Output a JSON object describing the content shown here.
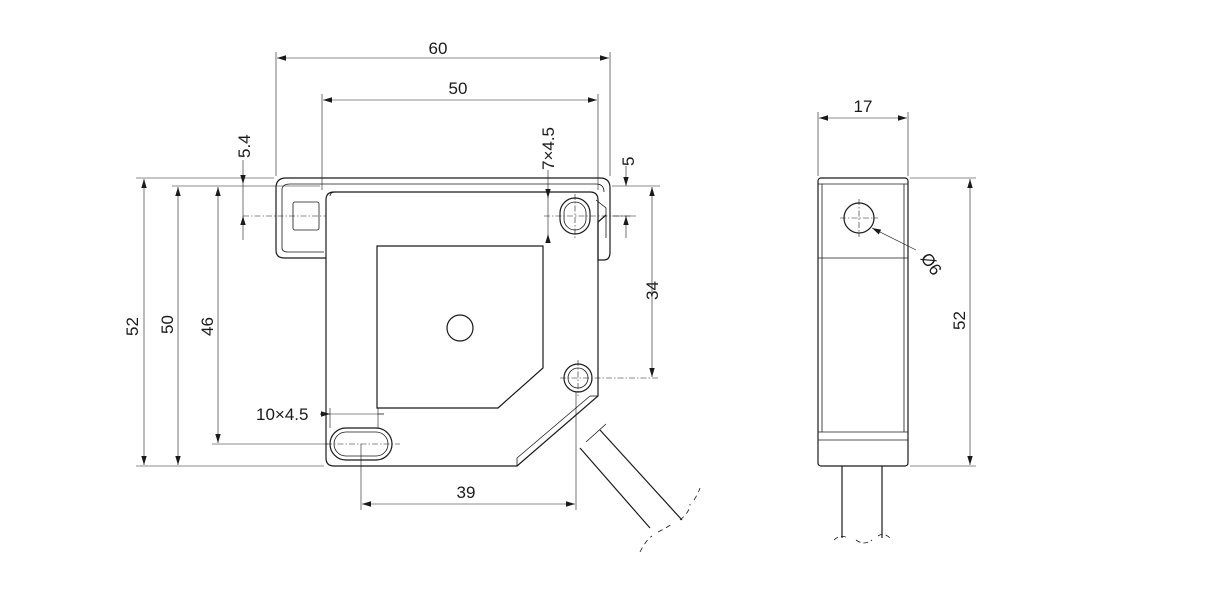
{
  "front_view": {
    "dims": {
      "overall_width": "60",
      "hole_span_width": "50",
      "top_offset": "5.4",
      "top_slot": "7×4.5",
      "right_offset": "5",
      "overall_height": "52",
      "body_height": "50",
      "hole_span_height": "46",
      "right_height": "34",
      "bottom_slot": "10×4.5",
      "bottom_span": "39"
    }
  },
  "side_view": {
    "dims": {
      "width": "17",
      "height": "52",
      "hole_diameter": "Ø6"
    }
  }
}
